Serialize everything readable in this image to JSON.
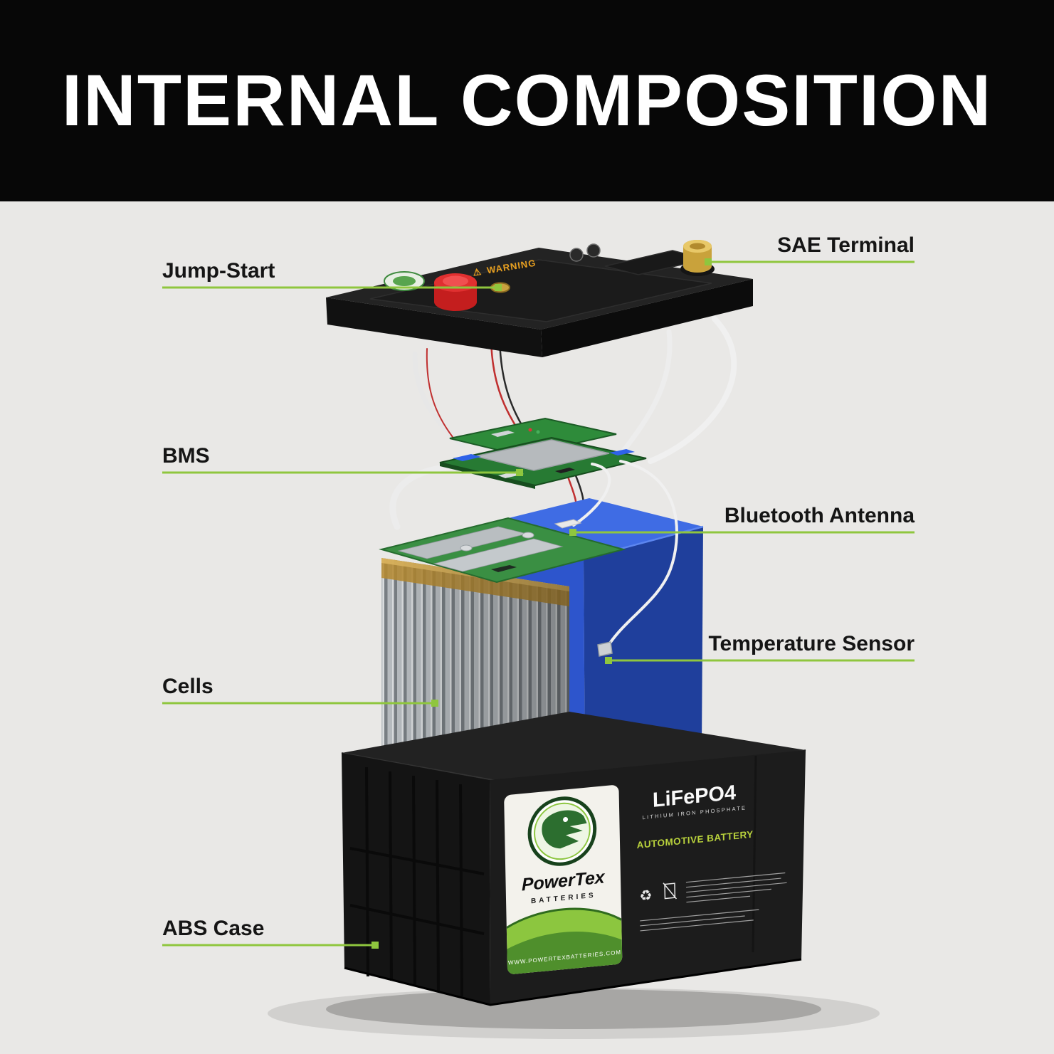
{
  "header": {
    "title": "INTERNAL COMPOSITION"
  },
  "colors": {
    "accent_green": "#8fc63e",
    "header_bg": "#070707",
    "page_bg": "#e9e8e6",
    "pack_blue": "#2d55cc",
    "case_black": "#1a1a1a",
    "jump_start_red": "#c41e1e",
    "terminal_gold": "#c9a23b"
  },
  "callouts": [
    {
      "id": "jump-start",
      "label": "Jump-Start",
      "side": "left"
    },
    {
      "id": "sae-terminal",
      "label": "SAE Terminal",
      "side": "right"
    },
    {
      "id": "bms",
      "label": "BMS",
      "side": "left"
    },
    {
      "id": "bluetooth-antenna",
      "label": "Bluetooth Antenna",
      "side": "right"
    },
    {
      "id": "temperature-sensor",
      "label": "Temperature Sensor",
      "side": "right"
    },
    {
      "id": "cells",
      "label": "Cells",
      "side": "left"
    },
    {
      "id": "abs-case",
      "label": "ABS Case",
      "side": "left"
    }
  ],
  "battery_label": {
    "brand": "PowerTex",
    "brand_sub": "BATTERIES",
    "chemistry": "LiFePO4",
    "chemistry_sub": "LITHIUM IRON PHOSPHATE",
    "product_type": "AUTOMOTIVE BATTERY",
    "website": "WWW.POWERTEXBATTERIES.COM",
    "lid_warning": "WARNING"
  }
}
